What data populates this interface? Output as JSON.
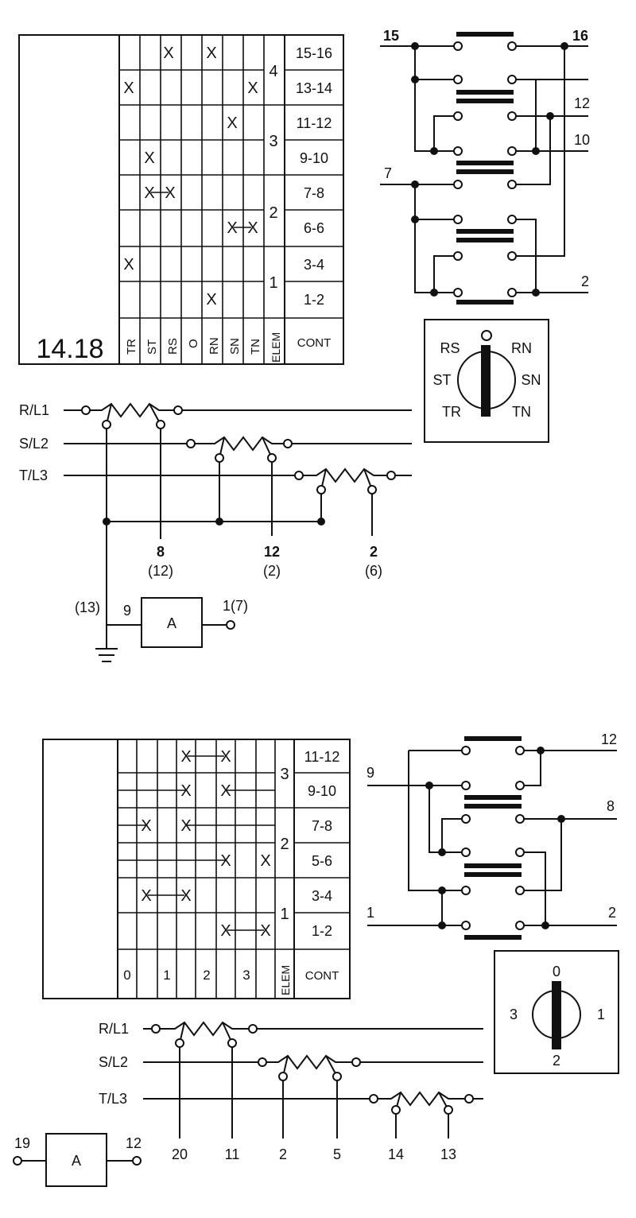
{
  "top": {
    "title": "14.18",
    "table": {
      "columns": [
        "TR",
        "ST",
        "RS",
        "O",
        "RN",
        "SN",
        "TN"
      ],
      "elem_header": "ELEM",
      "cont_header": "CONT",
      "rows": [
        {
          "cont": "15-16",
          "marks": [
            "RS",
            "RN"
          ],
          "links": []
        },
        {
          "cont": "13-14",
          "marks": [
            "TR",
            "TN"
          ],
          "links": []
        },
        {
          "cont": "11-12",
          "marks": [
            "SN"
          ],
          "links": []
        },
        {
          "cont": "9-10",
          "marks": [
            "ST"
          ],
          "links": []
        },
        {
          "cont": "7-8",
          "marks": [
            "ST",
            "RS"
          ],
          "links": [
            [
              "ST",
              "RS"
            ]
          ]
        },
        {
          "cont": "6-6",
          "marks": [
            "SN",
            "TN"
          ],
          "links": [
            [
              "SN",
              "TN"
            ]
          ]
        },
        {
          "cont": "3-4",
          "marks": [
            "TR"
          ],
          "links": []
        },
        {
          "cont": "1-2",
          "marks": [
            "RN"
          ],
          "links": []
        }
      ],
      "elements": [
        "4",
        "3",
        "2",
        "1"
      ]
    },
    "switch_labels": {
      "rs": "RS",
      "rn": "RN",
      "st": "ST",
      "sn": "SN",
      "tr": "TR",
      "tn": "TN"
    },
    "contact_labels": {
      "t15": "15",
      "t16": "16",
      "t12": "12",
      "t10": "10",
      "t7": "7",
      "t2": "2"
    },
    "lines": {
      "l1": "R/L1",
      "l2": "S/L2",
      "l3": "T/L3"
    },
    "terminals": {
      "t8": "8",
      "t8b": "(12)",
      "t12": "12",
      "t12b": "(2)",
      "t2": "2",
      "t2b": "(6)"
    },
    "meter": {
      "label": "A",
      "left": "9",
      "right": "1(7)",
      "ground": "(13)"
    }
  },
  "bottom": {
    "table": {
      "columns": [
        "0",
        "1",
        "2",
        "3"
      ],
      "elem_header": "ELEM",
      "cont_header": "CONT",
      "rows": [
        {
          "cont": "11-12"
        },
        {
          "cont": "9-10"
        },
        {
          "cont": "7-8"
        },
        {
          "cont": "5-6"
        },
        {
          "cont": "3-4"
        },
        {
          "cont": "1-2"
        }
      ],
      "elements": [
        "3",
        "2",
        "1"
      ]
    },
    "switch_labels": {
      "p0": "0",
      "p1": "1",
      "p2": "2",
      "p3": "3"
    },
    "contact_labels": {
      "t12": "12",
      "t9": "9",
      "t8": "8",
      "t1": "1",
      "t2": "2"
    },
    "lines": {
      "l1": "R/L1",
      "l2": "S/L2",
      "l3": "T/L3"
    },
    "terminals": {
      "a": "20",
      "b": "11",
      "c": "2",
      "d": "5",
      "e": "14",
      "f": "13"
    },
    "meter": {
      "label": "A",
      "left": "19",
      "right": "12"
    }
  }
}
